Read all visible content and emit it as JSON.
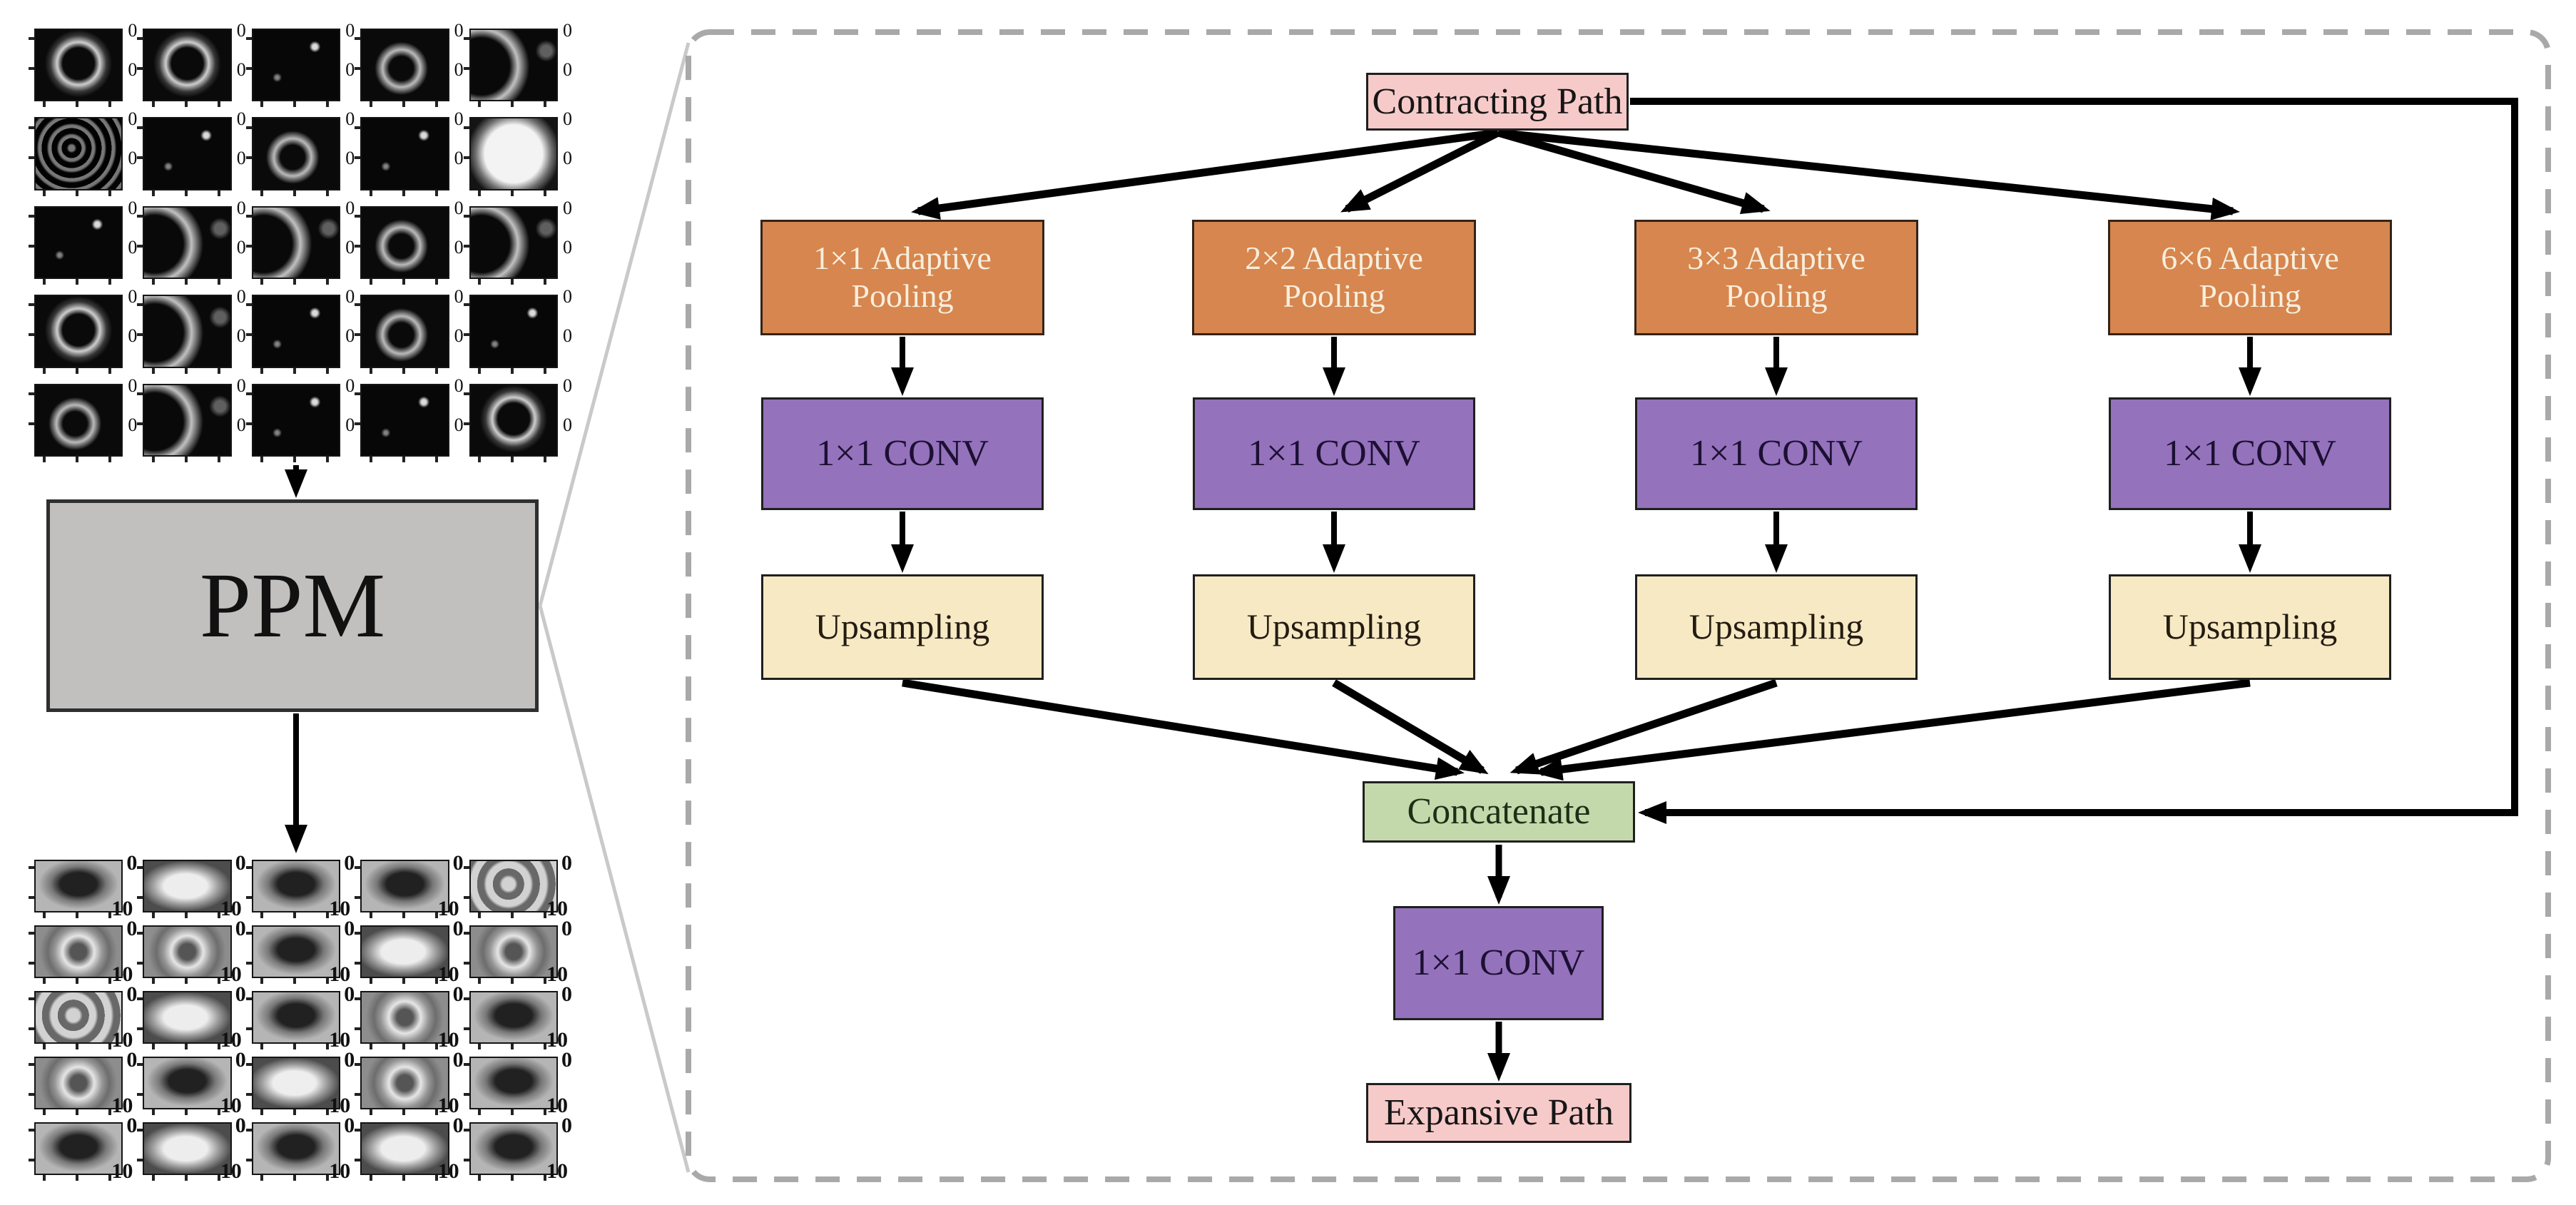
{
  "left_panel": {
    "ppm_label": "PPM",
    "input_grid": {
      "rows": 5,
      "cols": 5,
      "tick_top_right": "0",
      "tick_mid_right": "0",
      "tiles": [
        "ring",
        "ring",
        "dark",
        "ring2",
        "arc",
        "noise",
        "dark",
        "ring2",
        "dark",
        "bright",
        "dark",
        "arc",
        "arc",
        "ring2",
        "arc",
        "ring",
        "arc",
        "dark",
        "ring2",
        "dark",
        "ring2",
        "arc",
        "dark",
        "dark",
        "ring"
      ]
    },
    "output_grid": {
      "rows": 5,
      "cols": 5,
      "tick_top_right": "0",
      "tick_bottom_right": "10",
      "tiles": [
        "gdark",
        "glight",
        "gdark",
        "gdark",
        "gmix",
        "gring",
        "gring",
        "gdark",
        "glight",
        "gring",
        "gmix",
        "glight",
        "gdark",
        "gring",
        "gdark",
        "gring",
        "gdark",
        "glight",
        "gring",
        "gdark",
        "gdark",
        "glight",
        "gdark",
        "glight",
        "gdark"
      ]
    }
  },
  "diagram": {
    "contracting_path_label": "Contracting Path",
    "branches": [
      {
        "pooling_label": "1×1 Adaptive Pooling",
        "conv_label": "1×1 CONV",
        "upsampling_label": "Upsampling"
      },
      {
        "pooling_label": "2×2 Adaptive Pooling",
        "conv_label": "1×1 CONV",
        "upsampling_label": "Upsampling"
      },
      {
        "pooling_label": "3×3 Adaptive Pooling",
        "conv_label": "1×1 CONV",
        "upsampling_label": "Upsampling"
      },
      {
        "pooling_label": "6×6 Adaptive Pooling",
        "conv_label": "1×1 CONV",
        "upsampling_label": "Upsampling"
      }
    ],
    "concatenate_label": "Concatenate",
    "final_conv_label": "1×1 CONV",
    "expansive_path_label": "Expansive Path"
  },
  "colors": {
    "contracting_path": "#f7caca",
    "pooling": "#d6864e",
    "pooling_text": "#f8eedd",
    "conv": "#9572bc",
    "upsampling": "#f6e9c3",
    "concatenate": "#c4d9ab",
    "ppm": "#c2bfbf",
    "dashed_border": "#a9a9a9",
    "callout": "#c9c9c9",
    "arrow": "#000000"
  }
}
